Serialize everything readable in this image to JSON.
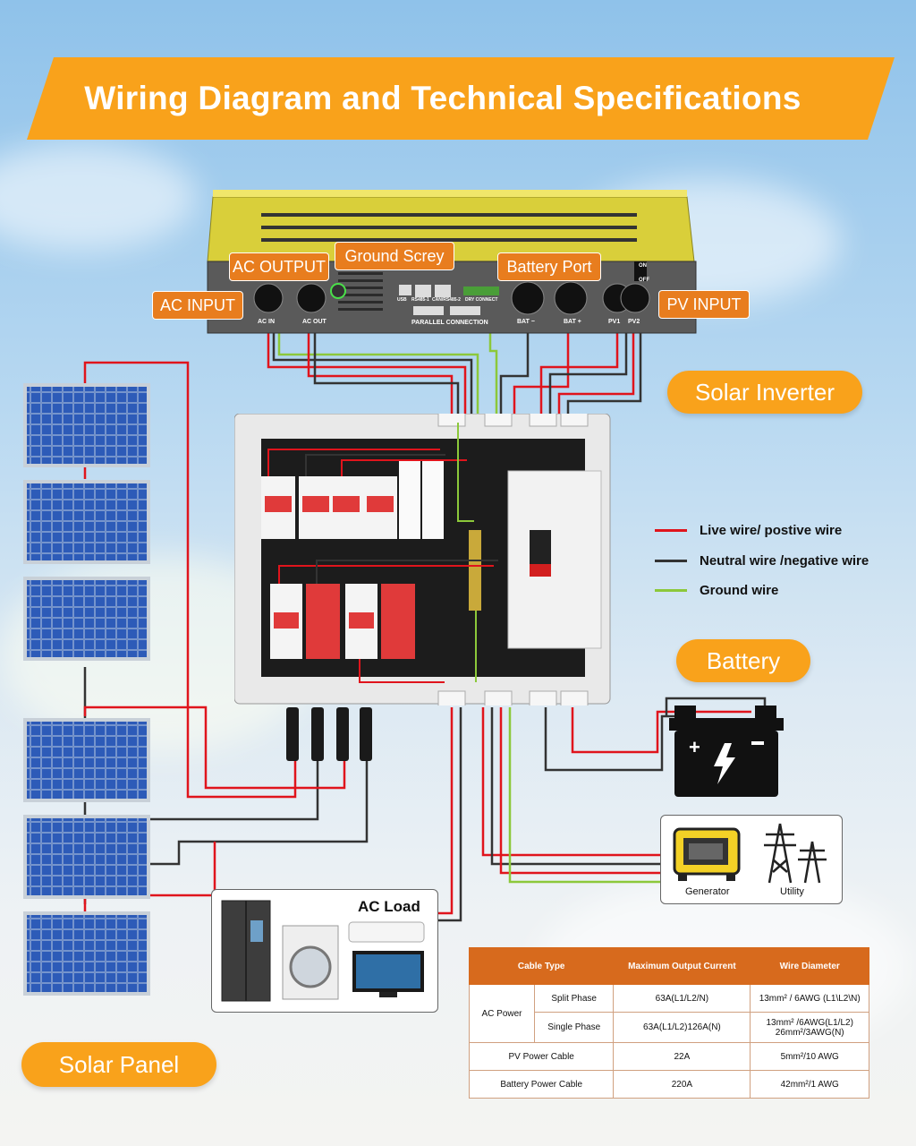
{
  "title": "Wiring Diagram and Technical Specifications",
  "labels": {
    "solar_inverter": "Solar Inverter",
    "battery": "Battery",
    "solar_panel": "Solar Panel",
    "ac_load": "AC Load"
  },
  "inverter_tags": {
    "ac_input": "AC INPUT",
    "ac_output": "AC OUTPUT",
    "ground_screw": "Ground Screy",
    "battery_port": "Battery Port",
    "pv_input": "PV INPUT"
  },
  "inverter_ports": {
    "ac_in": "AC IN",
    "ac_out": "AC OUT",
    "usb": "USB",
    "rs485_1": "RS485-1",
    "can_rs485_2": "CAN/RS485-2",
    "dry_connect": "DRY CONNECT",
    "parallel": "PARALLEL CONNECTION",
    "bat_minus": "BAT −",
    "bat_plus": "BAT +",
    "pv1": "PV1",
    "pv2": "PV2",
    "on": "ON",
    "off": "OFF"
  },
  "legend": [
    {
      "label": "Live wire/ postive wire",
      "color": "#e0141c"
    },
    {
      "label": "Neutral wire /negative wire",
      "color": "#333333"
    },
    {
      "label": "Ground wire",
      "color": "#8cc83a"
    }
  ],
  "sources": {
    "generator": "Generator",
    "utility": "Utility"
  },
  "spec_table": {
    "headers": [
      "Cable Type",
      "Maximum Output Current",
      "Wire Diameter"
    ],
    "ac_power": "AC Power",
    "rows": [
      {
        "sub": "Split Phase",
        "current": "63A(L1/L2/N)",
        "diameter": "13mm² / 6AWG (L1\\L2\\N)"
      },
      {
        "sub": "Single Phase",
        "current": "63A(L1/L2)126A(N)",
        "diameter": "13mm² /6AWG(L1/L2)",
        "diameter2": "26mm²/3AWG(N)"
      }
    ],
    "pv": {
      "type": "PV Power Cable",
      "current": "22A",
      "diameter": "5mm²/10 AWG"
    },
    "battery": {
      "type": "Battery Power Cable",
      "current": "220A",
      "diameter": "42mm²/1 AWG"
    }
  },
  "colors": {
    "accent": "#f9a21b",
    "tag": "#e87d1e",
    "table_header": "#d76a1d",
    "live": "#e0141c",
    "neutral": "#333333",
    "ground": "#8cc83a"
  }
}
